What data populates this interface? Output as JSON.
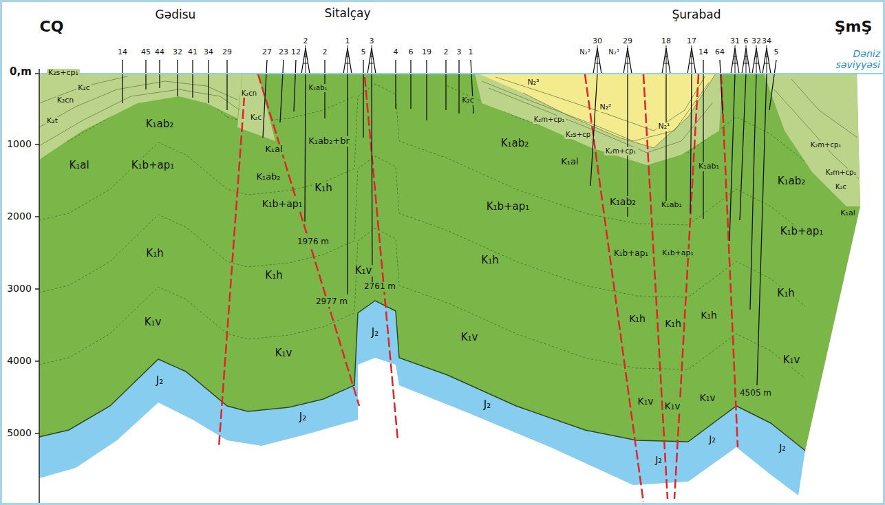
{
  "diagram": {
    "labels": [
      "CQ",
      "Gədisu",
      "Sitalçay",
      "Şurabad",
      "ŞmŞ",
      "Dəniz səviyyəsi",
      "0,m",
      "1000",
      "2000",
      "3000",
      "4000",
      "5000",
      "14",
      "45",
      "44",
      "32",
      "41",
      "34",
      "29",
      "27",
      "23",
      "12",
      "2",
      "2",
      "1",
      "5",
      "3",
      "4",
      "6",
      "19",
      "2",
      "3",
      "1",
      "N₂³",
      "30",
      "N₂³",
      "29",
      "18",
      "17",
      "14",
      "64",
      "31",
      "6",
      "32",
      "34",
      "5",
      "K₂s+cp₁",
      "K₂c",
      "K₂cn",
      "K₂t",
      "K₁ab₂",
      "K₁al",
      "K₁b+ap₁",
      "K₁h",
      "K₁v",
      "J₂",
      "K₂cn",
      "K₂c",
      "K₁al",
      "K₁ab₂",
      "K₁b+ap₁",
      "K₁h",
      "K₁v",
      "J₂",
      "K₁ab₁",
      "K₁ab₂+br",
      "K₁h",
      "1976 m",
      "K₁v",
      "2977 m",
      "2761 m",
      "J₂",
      "K₂c",
      "K₁ab₂",
      "K₁b+ap₁",
      "K₁h",
      "K₁v",
      "J₂",
      "N₂³",
      "N₂²",
      "N₂¹",
      "K₂m+cp₁",
      "K₂s+cp",
      "K₂m+cp₁",
      "K₁al",
      "K₁ab₂",
      "K₁b+ap₁",
      "K₁h",
      "K₁v",
      "K₁ab₁",
      "K₁b+ap₁",
      "K₁h",
      "K₁v",
      "K₁ab₁",
      "K₁h",
      "K₁v",
      "J₂",
      "J₂",
      "K₁ab₂",
      "K₂m+cp₁",
      "K₂m+cp₁",
      "K₂c",
      "K₁al",
      "K₁b+ap₁",
      "K₁h",
      "K₁v",
      "4505 m",
      "J₂"
    ]
  }
}
